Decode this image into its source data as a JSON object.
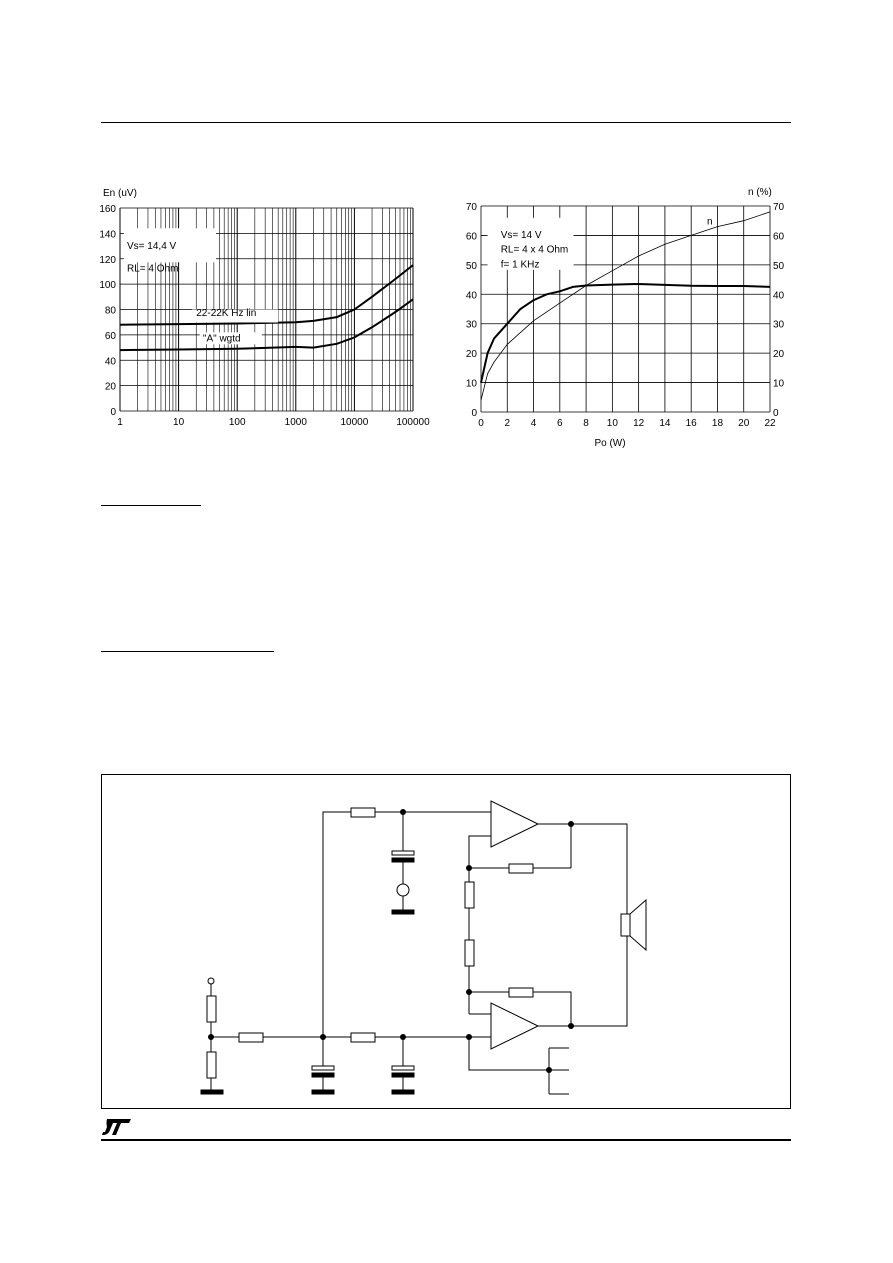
{
  "chart_data": [
    {
      "type": "line",
      "title": "",
      "xlabel": "",
      "ylabel": "En (uV)",
      "xscale": "log",
      "xlim": [
        1,
        100000
      ],
      "ylim": [
        0,
        160
      ],
      "grid": true,
      "x_ticks": [
        "1",
        "10",
        "100",
        "1000",
        "10000",
        "100000"
      ],
      "y_ticks": [
        "0",
        "20",
        "40",
        "60",
        "80",
        "100",
        "120",
        "140",
        "160"
      ],
      "annotations": [
        "Vs= 14,4 V",
        "RL= 4 Ohm",
        "22-22K Hz lin",
        "\"A\" wgtd"
      ],
      "series": [
        {
          "name": "22-22K Hz lin",
          "x": [
            1,
            10,
            100,
            1000,
            2000,
            5000,
            10000,
            20000,
            50000,
            100000
          ],
          "values": [
            68,
            68.5,
            69,
            70,
            71,
            74,
            80,
            90,
            104,
            115
          ]
        },
        {
          "name": "\"A\" wgtd",
          "x": [
            1,
            10,
            100,
            1000,
            2000,
            5000,
            10000,
            20000,
            50000,
            100000
          ],
          "values": [
            48,
            48.5,
            49,
            50.5,
            50,
            53,
            58,
            66,
            78,
            88
          ]
        }
      ]
    },
    {
      "type": "line",
      "title": "",
      "xlabel": "Po (W)",
      "ylabel": "",
      "y2label": "n (%)",
      "xlim": [
        0,
        22
      ],
      "ylim": [
        0,
        70
      ],
      "grid": true,
      "x_ticks": [
        "0",
        "2",
        "4",
        "6",
        "8",
        "10",
        "12",
        "14",
        "16",
        "18",
        "20",
        "22"
      ],
      "y_ticks": [
        "0",
        "10",
        "20",
        "30",
        "40",
        "50",
        "60",
        "70"
      ],
      "annotations": [
        "Vs= 14 V",
        "RL= 4 x 4 Ohm",
        "f= 1 KHz",
        "n"
      ],
      "series": [
        {
          "x": [
            0,
            0.5,
            1,
            2,
            3,
            4,
            5,
            6,
            7,
            8,
            10,
            12,
            14,
            16,
            18,
            20,
            22
          ],
          "values": [
            10,
            20,
            25,
            30,
            35,
            38,
            40,
            41,
            42.5,
            43,
            43.3,
            43.5,
            43.2,
            42.9,
            42.8,
            42.8,
            42.5
          ]
        },
        {
          "x": [
            0,
            0.5,
            1,
            2,
            4,
            6,
            8,
            10,
            12,
            14,
            16,
            18,
            20,
            22
          ],
          "values": [
            4,
            13,
            17,
            23,
            31,
            37,
            43,
            48,
            53,
            57,
            60,
            63,
            65,
            68
          ]
        }
      ]
    }
  ]
}
